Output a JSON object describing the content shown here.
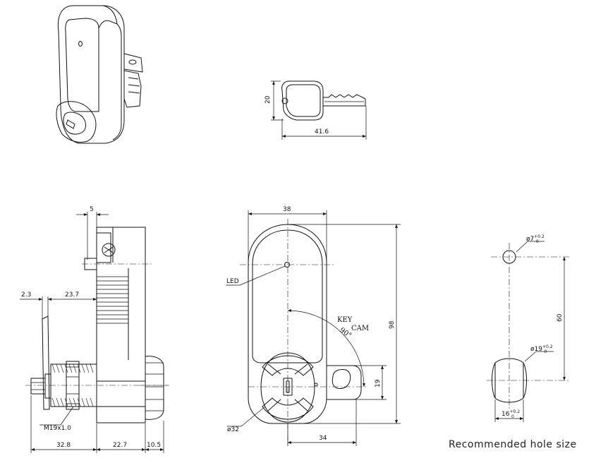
{
  "key_view": {
    "height_label": "20",
    "length_label": "41.6"
  },
  "side_view": {
    "offset_label": "5",
    "plate_label": "2.3",
    "cam_to_body_label": "23.7",
    "thread_label": "M19x1.0",
    "bottom_labels": [
      "32.8",
      "22.7",
      "10.5"
    ]
  },
  "front_view": {
    "width_label": "38",
    "height_label": "98",
    "led_label": "LED",
    "key_label": "KEY",
    "angle_label": "90°",
    "cam_label": "CAM",
    "cam_width_label": "19",
    "cam_offset_label": "34",
    "diameter_label": "ø32"
  },
  "hole_view": {
    "small_hole_label": "ø7",
    "small_hole_tol_upper": "+0.2",
    "small_hole_tol_lower": "0",
    "spacing_label": "60",
    "large_hole_label": "ø19",
    "large_hole_tol_upper": "+0.2",
    "large_hole_tol_lower": "0",
    "flat_label": "16",
    "flat_tol_upper": "+0.2",
    "flat_tol_lower": "0",
    "caption": "Recommended hole size"
  }
}
